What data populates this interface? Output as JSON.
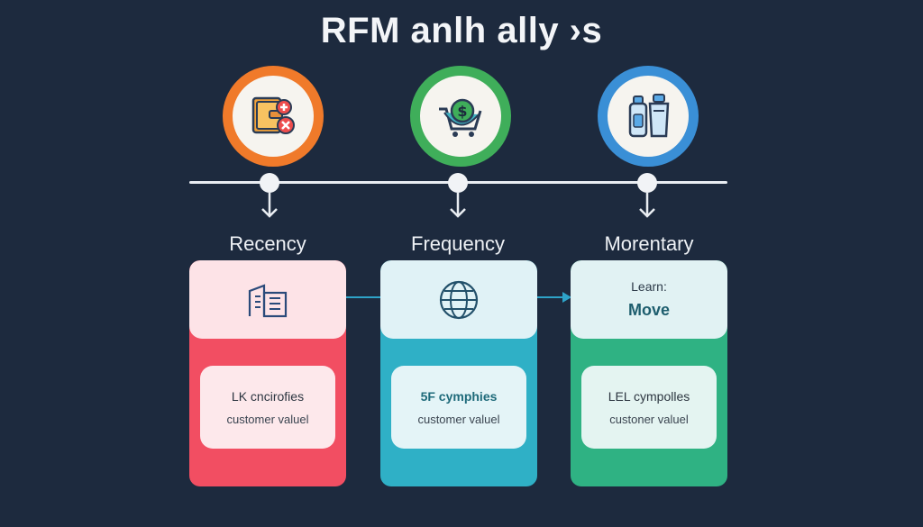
{
  "title": "RFM anlh ally ›s",
  "colors": {
    "background": "#1d2a3e",
    "orange": "#f07a2a",
    "green": "#3fae5a",
    "blue": "#3a8fd6",
    "red": "#f24e62",
    "teal": "#2fb0c6",
    "mint": "#2fb283",
    "connector": "#2ea3c8"
  },
  "columns": [
    {
      "label": "Recency",
      "icon": "wallet-cross-icon",
      "top_icon": "building-icon",
      "inner_main": "LK cncirofies",
      "inner_sub": "customer valuel"
    },
    {
      "label": "Frequency",
      "icon": "dollar-cart-icon",
      "top_icon": "globe-icon",
      "inner_main": "5F cymphies",
      "inner_sub": "customer valuel"
    },
    {
      "label": "Morentary",
      "icon": "bottles-icon",
      "top_small": "Learn:",
      "top_big": "Move",
      "inner_main": "LEL cympolles",
      "inner_sub": "custoner valuel"
    }
  ]
}
